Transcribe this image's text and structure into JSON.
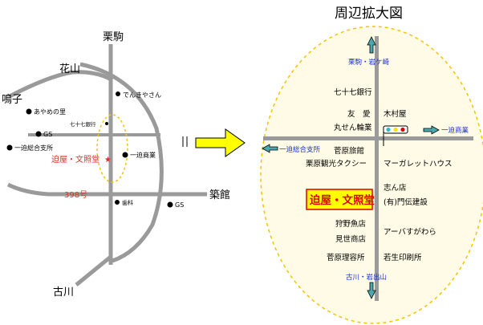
{
  "title": "周辺拡大図",
  "colors": {
    "road": "#9a9a9a",
    "route_label": "#e0322b",
    "highlight_box": "#ffff00",
    "highlight_border": "#e00000",
    "direction_blue": "#1a2fd6",
    "arrow_teal": "#4aa9b0",
    "dashed_oval": "#f5c400",
    "big_arrow": "#ffff00"
  },
  "overview": {
    "places": {
      "kurikoma": "栗駒",
      "hanayama": "花山",
      "naruko": "鳴子",
      "tsukidate": "築館",
      "furukawa": "古川"
    },
    "spots": {
      "denkiya": "でんきやさん",
      "ayame": "あやめの里",
      "gs1": "GS",
      "bank": "七十七銀行",
      "ichihasama_office": "一迫総合支所",
      "target": "迫屋・文照堂",
      "ichihasama_shop": "一迫商業",
      "dental": "歯科",
      "gs2": "GS"
    },
    "route": "398号"
  },
  "detail": {
    "north_dir": "栗駒・岩ケ崎",
    "south_dir": "古川・岩出山",
    "east_dir": "一迫商業",
    "west_dir": "一迫総合支所",
    "target": "迫屋・文照堂",
    "left_shops": [
      "七十七銀行",
      "友　愛",
      "丸せん輪業",
      "菅原旅館",
      "栗原観光タクシー"
    ],
    "left_lower": [
      "狩野魚店",
      "見世商店",
      "菅原理容所"
    ],
    "right_shops": [
      "木村屋",
      "マーガレットハウス",
      "志ん店",
      "(有)門伝建設",
      "アーバすがわら",
      "若生印刷所"
    ]
  }
}
